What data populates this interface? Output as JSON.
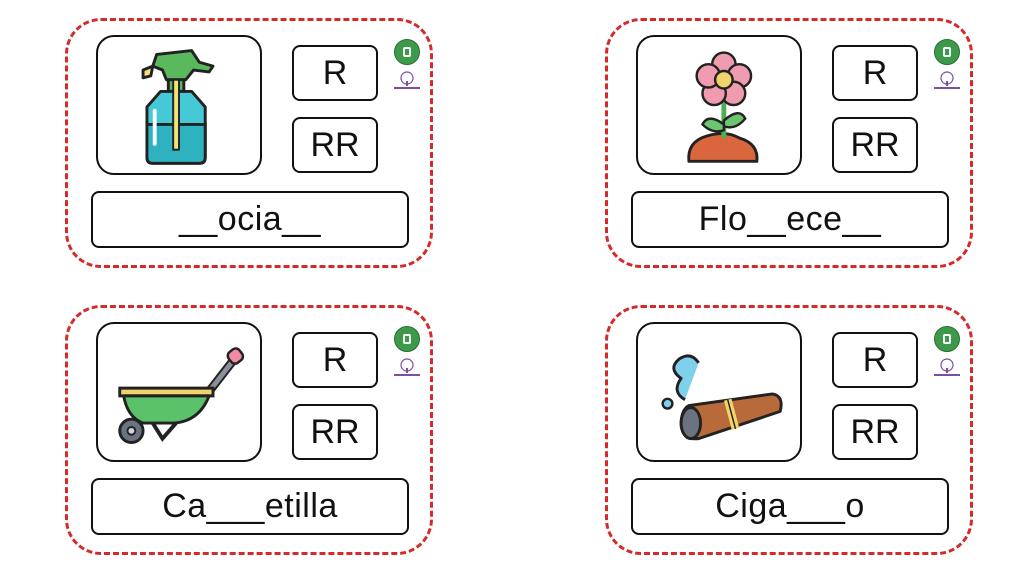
{
  "cards": [
    {
      "r_label": "R",
      "rr_label": "RR",
      "word": "__ocia__",
      "picture": "spray-bottle-icon"
    },
    {
      "r_label": "R",
      "rr_label": "RR",
      "word": "Flo__ece__",
      "picture": "flower-icon"
    },
    {
      "r_label": "R",
      "rr_label": "RR",
      "word": "Ca___etilla",
      "picture": "wheelbarrow-icon"
    },
    {
      "r_label": "R",
      "rr_label": "RR",
      "word": "Ciga___o",
      "picture": "cigar-icon"
    }
  ],
  "colors": {
    "dashed_border": "#d42a2a",
    "logo_green": "#3e9a4b"
  }
}
